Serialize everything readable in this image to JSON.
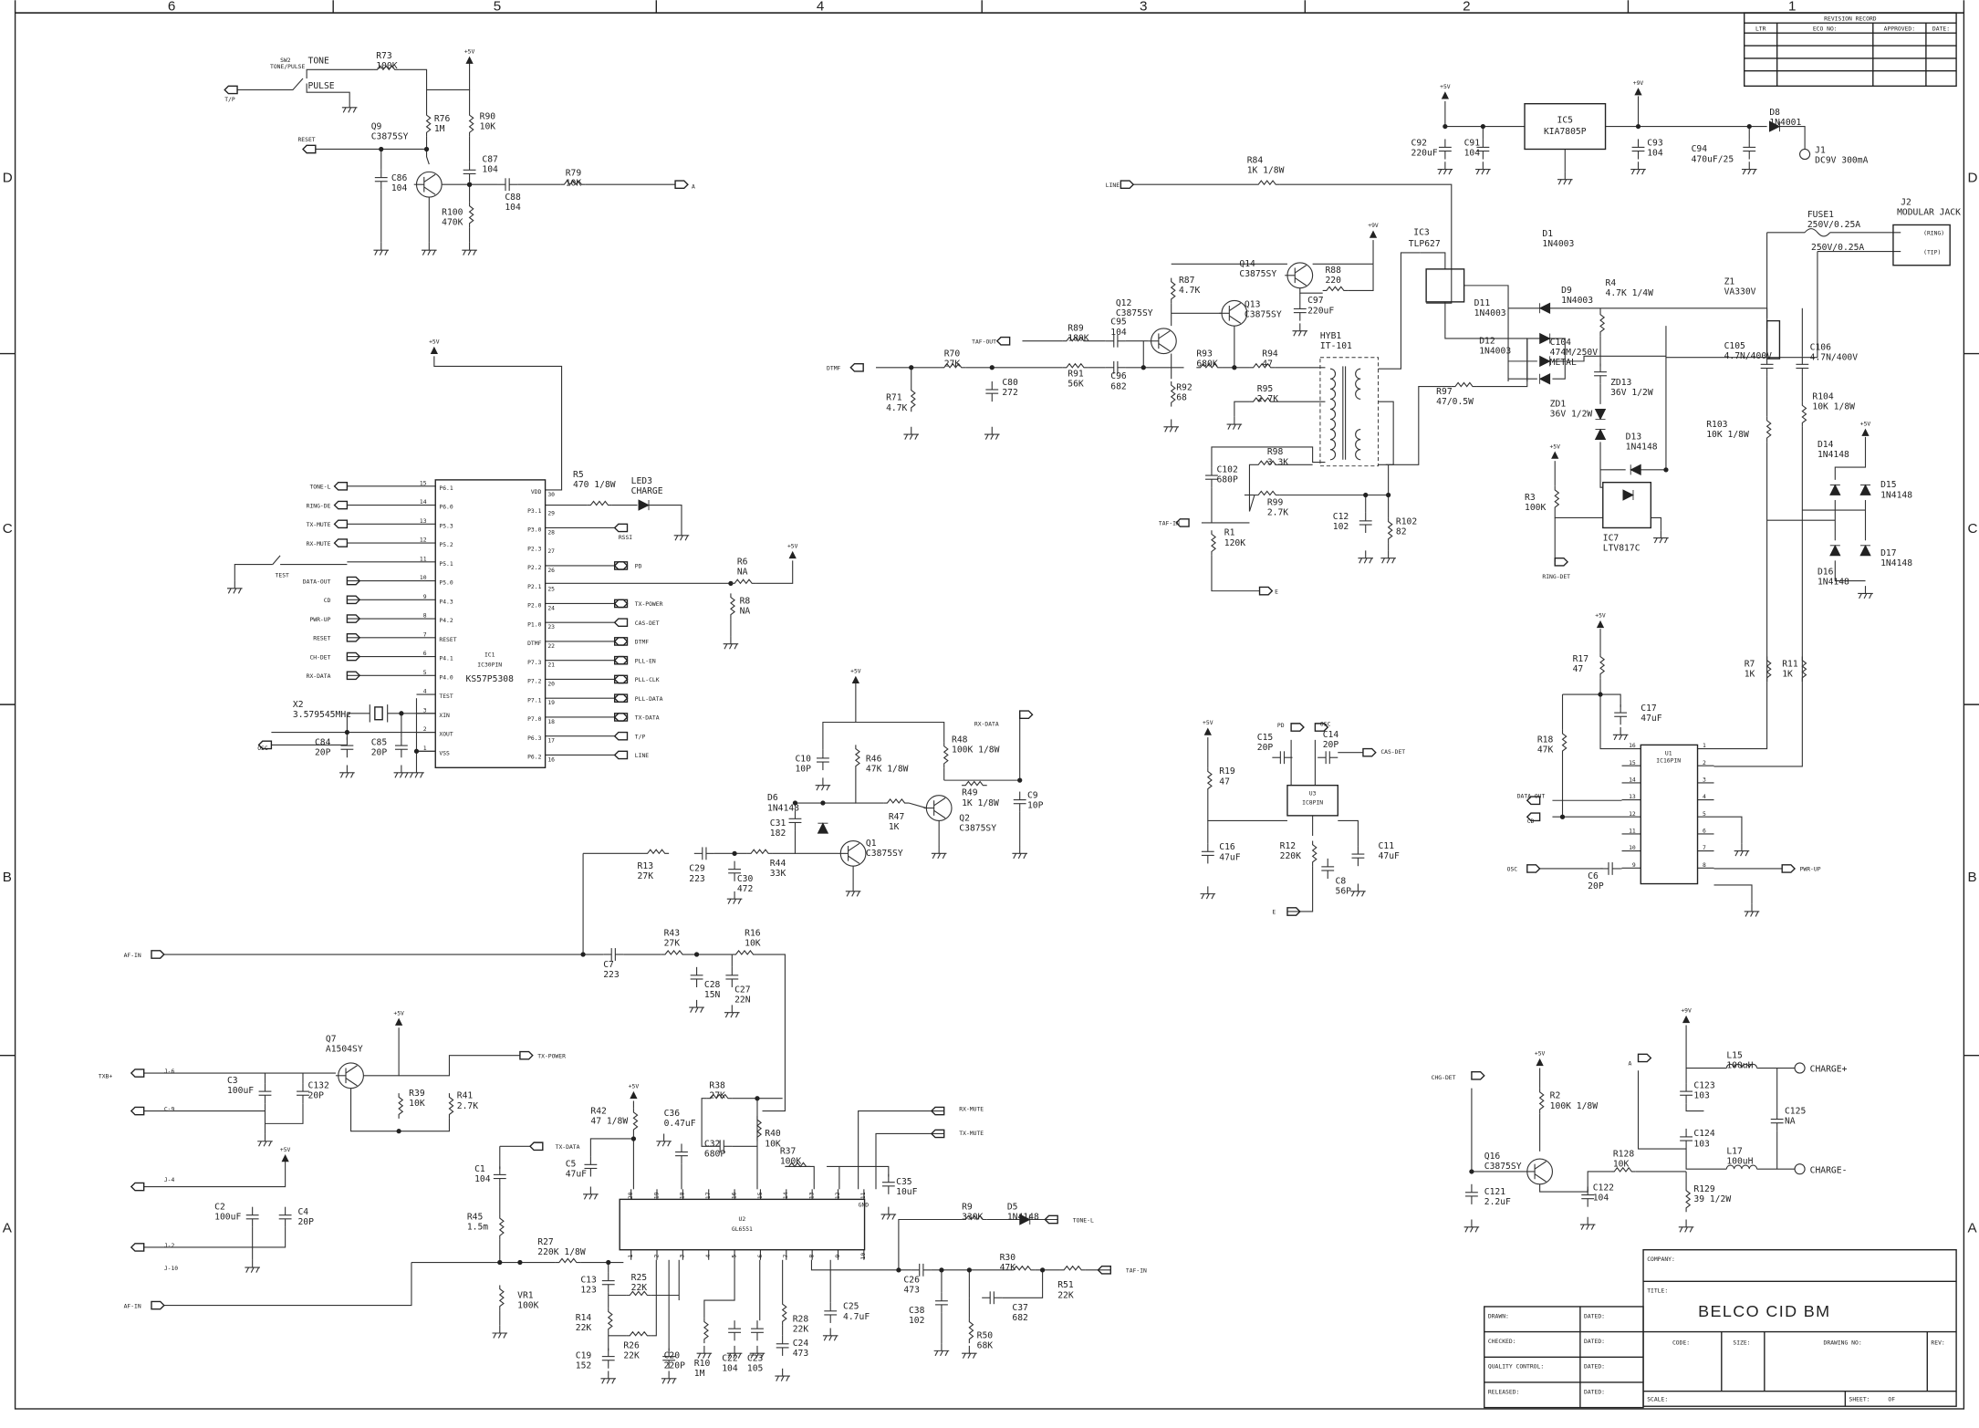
{
  "zones": {
    "columns": [
      "6",
      "5",
      "4",
      "3",
      "2",
      "1"
    ],
    "rows": [
      "D",
      "C",
      "B",
      "A"
    ]
  },
  "revision_record": {
    "title": "REVISION RECORD",
    "columns": [
      "LTR",
      "ECO NO:",
      "APPROVED:",
      "DATE:"
    ]
  },
  "title_block": {
    "company_label": "COMPANY:",
    "title_label": "TITLE:",
    "title": "BELCO CID BM",
    "code_label": "CODE:",
    "size_label": "SIZE:",
    "drawing_no_label": "DRAWING NO:",
    "rev_label": "REV:",
    "scale_label": "SCALE:",
    "sheet_label": "SHEET:",
    "of_label": "OF",
    "drawn_label": "DRAWN:",
    "checked_label": "CHECKED:",
    "qc_label": "QUALITY CONTROL:",
    "released_label": "RELEASED:",
    "dated_label": "DATED:"
  },
  "power": {
    "v5": "+5V",
    "v9": "+9V"
  },
  "nets": {
    "tp": "T/P",
    "reset": "RESET",
    "a": "A",
    "line": "LINE",
    "taf_out": "TAF-OUT",
    "dtmf": "DTMF",
    "taf_in": "TAF-IN",
    "e": "E",
    "ring_det": "RING-DET",
    "pd": "PD",
    "osc": "OSC",
    "cas_det": "CAS-DET",
    "data_out": "DATA-OUT",
    "cd": "CD",
    "pwr_up": "PWR-UP",
    "rx_data": "RX-DATA",
    "af_in": "AF-IN",
    "txb": "TXB+",
    "j6": "J-6",
    "c9": "C-9",
    "j4": "J-4",
    "j2": "J-2",
    "j10": "J-10",
    "tx_power": "TX-POWER",
    "tx_data": "TX-DATA",
    "rx_mute": "RX-MUTE",
    "tx_mute": "TX-MUTE",
    "gnd": "GND",
    "tone_l": "TONE-L",
    "chg_det": "CHG-DET",
    "charge_p": "CHARGE+",
    "charge_m": "CHARGE-",
    "ring": "(RING)",
    "tip": "(TIP)",
    "sw_tone": "TONE",
    "sw_pulse": "PULSE",
    "test": "TEST",
    "rssi": "RSSI"
  },
  "ic1": {
    "ref": "IC1",
    "package": "IC30PIN",
    "part": "KS57P5308",
    "left_pins": [
      {
        "num": "15",
        "name": "P6.1",
        "net": "TONE-L"
      },
      {
        "num": "14",
        "name": "P6.0",
        "net": "RING-DE"
      },
      {
        "num": "13",
        "name": "P5.3",
        "net": "TX-MUTE"
      },
      {
        "num": "12",
        "name": "P5.2",
        "net": "RX-MUTE"
      },
      {
        "num": "11",
        "name": "P5.1",
        "net": ""
      },
      {
        "num": "10",
        "name": "P5.0",
        "net": "DATA-OUT"
      },
      {
        "num": "9",
        "name": "P4.3",
        "net": "CD"
      },
      {
        "num": "8",
        "name": "P4.2",
        "net": "PWR-UP"
      },
      {
        "num": "7",
        "name": "RESET",
        "net": "RESET"
      },
      {
        "num": "6",
        "name": "P4.1",
        "net": "CH-DET"
      },
      {
        "num": "5",
        "name": "P4.0",
        "net": "RX-DATA"
      },
      {
        "num": "4",
        "name": "TEST",
        "net": ""
      },
      {
        "num": "3",
        "name": "XIN",
        "net": ""
      },
      {
        "num": "2",
        "name": "XOUT",
        "net": ""
      },
      {
        "num": "1",
        "name": "VSS",
        "net": ""
      }
    ],
    "right_pins": [
      {
        "num": "30",
        "name": "VDD",
        "net": ""
      },
      {
        "num": "29",
        "name": "P3.1",
        "net": ""
      },
      {
        "num": "28",
        "name": "P3.0",
        "net": "RSSI"
      },
      {
        "num": "27",
        "name": "P2.3",
        "net": ""
      },
      {
        "num": "26",
        "name": "P2.2",
        "net": "PD"
      },
      {
        "num": "25",
        "name": "P2.1",
        "net": ""
      },
      {
        "num": "24",
        "name": "P2.0",
        "net": "TX-POWER"
      },
      {
        "num": "23",
        "name": "P1.0",
        "net": "CAS-DET"
      },
      {
        "num": "22",
        "name": "DTMF",
        "net": "DTMF"
      },
      {
        "num": "21",
        "name": "P7.3",
        "net": "PLL-EN"
      },
      {
        "num": "20",
        "name": "P7.2",
        "net": "PLL-CLK"
      },
      {
        "num": "19",
        "name": "P7.1",
        "net": "PLL-DATA"
      },
      {
        "num": "18",
        "name": "P7.0",
        "net": "TX-DATA"
      },
      {
        "num": "17",
        "name": "P6.3",
        "net": "T/P"
      },
      {
        "num": "16",
        "name": "P6.2",
        "net": "LINE"
      }
    ]
  },
  "u1": {
    "ref": "U1",
    "package": "IC16PIN",
    "left_pins": [
      "16",
      "15",
      "14",
      "13",
      "12",
      "11",
      "10",
      "9"
    ],
    "right_pins": [
      "1",
      "2",
      "3",
      "4",
      "5",
      "6",
      "7",
      "8"
    ]
  },
  "u2": {
    "ref": "U2",
    "part": "GL6551",
    "top_pins": [
      "20",
      "19",
      "18",
      "17",
      "16",
      "15",
      "14",
      "13",
      "12",
      "11"
    ],
    "bottom_pins": [
      "1",
      "2",
      "3",
      "4",
      "5",
      "6",
      "7",
      "8",
      "9",
      "10"
    ]
  },
  "u3": {
    "ref": "U3",
    "package": "IC8PIN"
  },
  "ic5": {
    "ref": "IC5",
    "part": "KIA7805P"
  },
  "ic3": {
    "ref": "IC3",
    "part": "TLP627"
  },
  "ic7": {
    "ref": "IC7",
    "part": "LTV817C"
  },
  "hyb1": {
    "ref": "HYB1",
    "part": "IT-101"
  },
  "parts": {
    "SW2": {
      "ref": "SW2",
      "value": "TONE/PULSE"
    },
    "R73": {
      "ref": "R73",
      "value": "100K"
    },
    "R76": {
      "ref": "R76",
      "value": "1M"
    },
    "R90": {
      "ref": "R90",
      "value": "10K"
    },
    "Q9": {
      "ref": "Q9",
      "value": "C3875SY"
    },
    "C86": {
      "ref": "C86",
      "value": "104"
    },
    "C87": {
      "ref": "C87",
      "value": "104"
    },
    "C88": {
      "ref": "C88",
      "value": "104"
    },
    "R79": {
      "ref": "R79",
      "value": "10K"
    },
    "R100": {
      "ref": "R100",
      "value": "470K"
    },
    "R5": {
      "ref": "R5",
      "value": "470  1/8W"
    },
    "LED3": {
      "ref": "LED3",
      "value": "CHARGE"
    },
    "R6": {
      "ref": "R6",
      "value": "NA"
    },
    "R8": {
      "ref": "R8",
      "value": "NA"
    },
    "X2": {
      "ref": "X2",
      "value": "3.579545MHz"
    },
    "C84": {
      "ref": "C84",
      "value": "20P"
    },
    "C85": {
      "ref": "C85",
      "value": "20P"
    },
    "C10": {
      "ref": "C10",
      "value": "10P"
    },
    "R46": {
      "ref": "R46",
      "value": "47K 1/8W"
    },
    "R48": {
      "ref": "R48",
      "value": "100K 1/8W"
    },
    "C9": {
      "ref": "C9",
      "value": "10P"
    },
    "R49": {
      "ref": "R49",
      "value": "1K 1/8W"
    },
    "Q2": {
      "ref": "Q2",
      "value": "C3875SY"
    },
    "D6": {
      "ref": "D6",
      "value": "1N4148"
    },
    "C31": {
      "ref": "C31",
      "value": "182"
    },
    "R47": {
      "ref": "R47",
      "value": "1K"
    },
    "Q1": {
      "ref": "Q1",
      "value": "C3875SY"
    },
    "R13": {
      "ref": "R13",
      "value": "27K"
    },
    "C29": {
      "ref": "C29",
      "value": "223"
    },
    "C30": {
      "ref": "C30",
      "value": "472"
    },
    "R44": {
      "ref": "R44",
      "value": "33K"
    },
    "C7": {
      "ref": "C7",
      "value": "223"
    },
    "R43": {
      "ref": "R43",
      "value": "27K"
    },
    "R16": {
      "ref": "R16",
      "value": "10K"
    },
    "C28": {
      "ref": "C28",
      "value": "15N"
    },
    "C27": {
      "ref": "C27",
      "value": "22N"
    },
    "C3": {
      "ref": "C3",
      "value": "100uF"
    },
    "C132": {
      "ref": "C132",
      "value": "20P"
    },
    "Q7": {
      "ref": "Q7",
      "value": "A1504SY"
    },
    "R39": {
      "ref": "R39",
      "value": "10K"
    },
    "R41": {
      "ref": "R41",
      "value": "2.7K"
    },
    "C2": {
      "ref": "C2",
      "value": "100uF"
    },
    "C4": {
      "ref": "C4",
      "value": "20P"
    },
    "C1": {
      "ref": "C1",
      "value": "104"
    },
    "R45": {
      "ref": "R45",
      "value": "1.5m"
    },
    "VR1": {
      "ref": "VR1",
      "value": "100K"
    },
    "C5": {
      "ref": "C5",
      "value": "47uF"
    },
    "R42": {
      "ref": "R42",
      "value": "47  1/8W"
    },
    "C36": {
      "ref": "C36",
      "value": "0.47uF"
    },
    "C32": {
      "ref": "C32",
      "value": "680P"
    },
    "R38": {
      "ref": "R38",
      "value": "27K"
    },
    "R40": {
      "ref": "R40",
      "value": "10K"
    },
    "R37": {
      "ref": "R37",
      "value": "100K"
    },
    "C35": {
      "ref": "C35",
      "value": "10uF"
    },
    "R27": {
      "ref": "R27",
      "value": "220K 1/8W"
    },
    "C13": {
      "ref": "C13",
      "value": "123"
    },
    "R25": {
      "ref": "R25",
      "value": "22K"
    },
    "R14": {
      "ref": "R14",
      "value": "22K"
    },
    "R26": {
      "ref": "R26",
      "value": "22K"
    },
    "C19": {
      "ref": "C19",
      "value": "152"
    },
    "C20": {
      "ref": "C20",
      "value": "220P"
    },
    "R10": {
      "ref": "R10",
      "value": "1M"
    },
    "C22": {
      "ref": "C22",
      "value": "104"
    },
    "C23": {
      "ref": "C23",
      "value": "105"
    },
    "R28": {
      "ref": "R28",
      "value": "22K"
    },
    "C24": {
      "ref": "C24",
      "value": "473"
    },
    "C25": {
      "ref": "C25",
      "value": "4.7uF"
    },
    "R9": {
      "ref": "R9",
      "value": "330K"
    },
    "D5": {
      "ref": "D5",
      "value": "1N4148"
    },
    "R30": {
      "ref": "R30",
      "value": "47K"
    },
    "C26": {
      "ref": "C26",
      "value": "473"
    },
    "C38": {
      "ref": "C38",
      "value": "102"
    },
    "C37": {
      "ref": "C37",
      "value": "682"
    },
    "R51": {
      "ref": "R51",
      "value": "22K"
    },
    "R50": {
      "ref": "R50",
      "value": "68K"
    },
    "R84": {
      "ref": "R84",
      "value": "1K 1/8W"
    },
    "C92": {
      "ref": "C92",
      "value": "220uF"
    },
    "C91": {
      "ref": "C91",
      "value": "104"
    },
    "C93": {
      "ref": "C93",
      "value": "104"
    },
    "D8": {
      "ref": "D8",
      "value": "1N4001"
    },
    "C94": {
      "ref": "C94",
      "value": "470uF/25"
    },
    "J1": {
      "ref": "J1",
      "value": "DC9V  300mA"
    },
    "J2": {
      "ref": "J2",
      "value": "MODULAR JACK"
    },
    "FUSE1": {
      "ref": "FUSE1",
      "value": "250V/0.25A"
    },
    "D1": {
      "ref": "D1",
      "value": "1N4003"
    },
    "D9": {
      "ref": "D9",
      "value": "1N4003"
    },
    "R4": {
      "ref": "R4",
      "value": "4.7K 1/4W"
    },
    "Z1": {
      "ref": "Z1",
      "value": "VA330V"
    },
    "D11": {
      "ref": "D11",
      "value": "1N4003"
    },
    "D12": {
      "ref": "D12",
      "value": "1N4003"
    },
    "C104": {
      "ref": "C104",
      "value": "474M/250V",
      "note": "METAL"
    },
    "C105": {
      "ref": "C105",
      "value": "4.7N/400V"
    },
    "C106": {
      "ref": "C106",
      "value": "4.7N/400V"
    },
    "R97": {
      "ref": "R97",
      "value": "47/0.5W"
    },
    "ZD13": {
      "ref": "ZD13",
      "value": "36V 1/2W"
    },
    "ZD1": {
      "ref": "ZD1",
      "value": "36V 1/2W"
    },
    "D13": {
      "ref": "D13",
      "value": "1N4148"
    },
    "R104": {
      "ref": "R104",
      "value": "10K 1/8W"
    },
    "R103": {
      "ref": "R103",
      "value": "10K 1/8W"
    },
    "D14": {
      "ref": "D14",
      "value": "1N4148"
    },
    "D15": {
      "ref": "D15",
      "value": "1N4148"
    },
    "D16": {
      "ref": "D16",
      "value": "1N4148"
    },
    "D17": {
      "ref": "D17",
      "value": "1N4148"
    },
    "R3": {
      "ref": "R3",
      "value": "100K"
    },
    "Q14": {
      "ref": "Q14",
      "value": "C3875SY"
    },
    "R88": {
      "ref": "R88",
      "value": "220"
    },
    "Q13": {
      "ref": "Q13",
      "value": "C3875SY"
    },
    "C97": {
      "ref": "C97",
      "value": "220uF"
    },
    "R87": {
      "ref": "R87",
      "value": "4.7K"
    },
    "Q12": {
      "ref": "Q12",
      "value": "C3875SY"
    },
    "R89": {
      "ref": "R89",
      "value": "180K"
    },
    "C95": {
      "ref": "C95",
      "value": "104"
    },
    "R70": {
      "ref": "R70",
      "value": "27K"
    },
    "R91": {
      "ref": "R91",
      "value": "56K"
    },
    "C96": {
      "ref": "C96",
      "value": "682"
    },
    "R93": {
      "ref": "R93",
      "value": "680K"
    },
    "R94": {
      "ref": "R94",
      "value": "47"
    },
    "R92": {
      "ref": "R92",
      "value": "68"
    },
    "R95": {
      "ref": "R95",
      "value": "2.7K"
    },
    "R71": {
      "ref": "R71",
      "value": "4.7K"
    },
    "C80": {
      "ref": "C80",
      "value": "272"
    },
    "C102": {
      "ref": "C102",
      "value": "680P"
    },
    "R98": {
      "ref": "R98",
      "value": "3.3K"
    },
    "R99": {
      "ref": "R99",
      "value": "2.7K"
    },
    "R1": {
      "ref": "R1",
      "value": "120K"
    },
    "C12": {
      "ref": "C12",
      "value": "102"
    },
    "R102": {
      "ref": "R102",
      "value": "82"
    },
    "C15": {
      "ref": "C15",
      "value": "20P"
    },
    "C14": {
      "ref": "C14",
      "value": "20P"
    },
    "R19": {
      "ref": "R19",
      "value": "47"
    },
    "C16": {
      "ref": "C16",
      "value": "47uF"
    },
    "R12": {
      "ref": "R12",
      "value": "220K"
    },
    "C8": {
      "ref": "C8",
      "value": "56P"
    },
    "C11": {
      "ref": "C11",
      "value": "47uF"
    },
    "R17": {
      "ref": "R17",
      "value": "47"
    },
    "C17": {
      "ref": "C17",
      "value": "47uF"
    },
    "R18": {
      "ref": "R18",
      "value": "47K"
    },
    "C6": {
      "ref": "C6",
      "value": "20P"
    },
    "R7": {
      "ref": "R7",
      "value": "1K"
    },
    "R11": {
      "ref": "R11",
      "value": "1K"
    },
    "R2": {
      "ref": "R2",
      "value": "100K 1/8W"
    },
    "L15": {
      "ref": "L15",
      "value": "100uH"
    },
    "C123": {
      "ref": "C123",
      "value": "103"
    },
    "C125": {
      "ref": "C125",
      "value": "NA"
    },
    "C124": {
      "ref": "C124",
      "value": "103"
    },
    "L17": {
      "ref": "L17",
      "value": "100uH"
    },
    "Q16": {
      "ref": "Q16",
      "value": "C3875SY"
    },
    "R128": {
      "ref": "R128",
      "value": "10K"
    },
    "C121": {
      "ref": "C121",
      "value": "2.2uF"
    },
    "C122": {
      "ref": "C122",
      "value": "104"
    },
    "R129": {
      "ref": "R129",
      "value": "39  1/2W"
    }
  }
}
